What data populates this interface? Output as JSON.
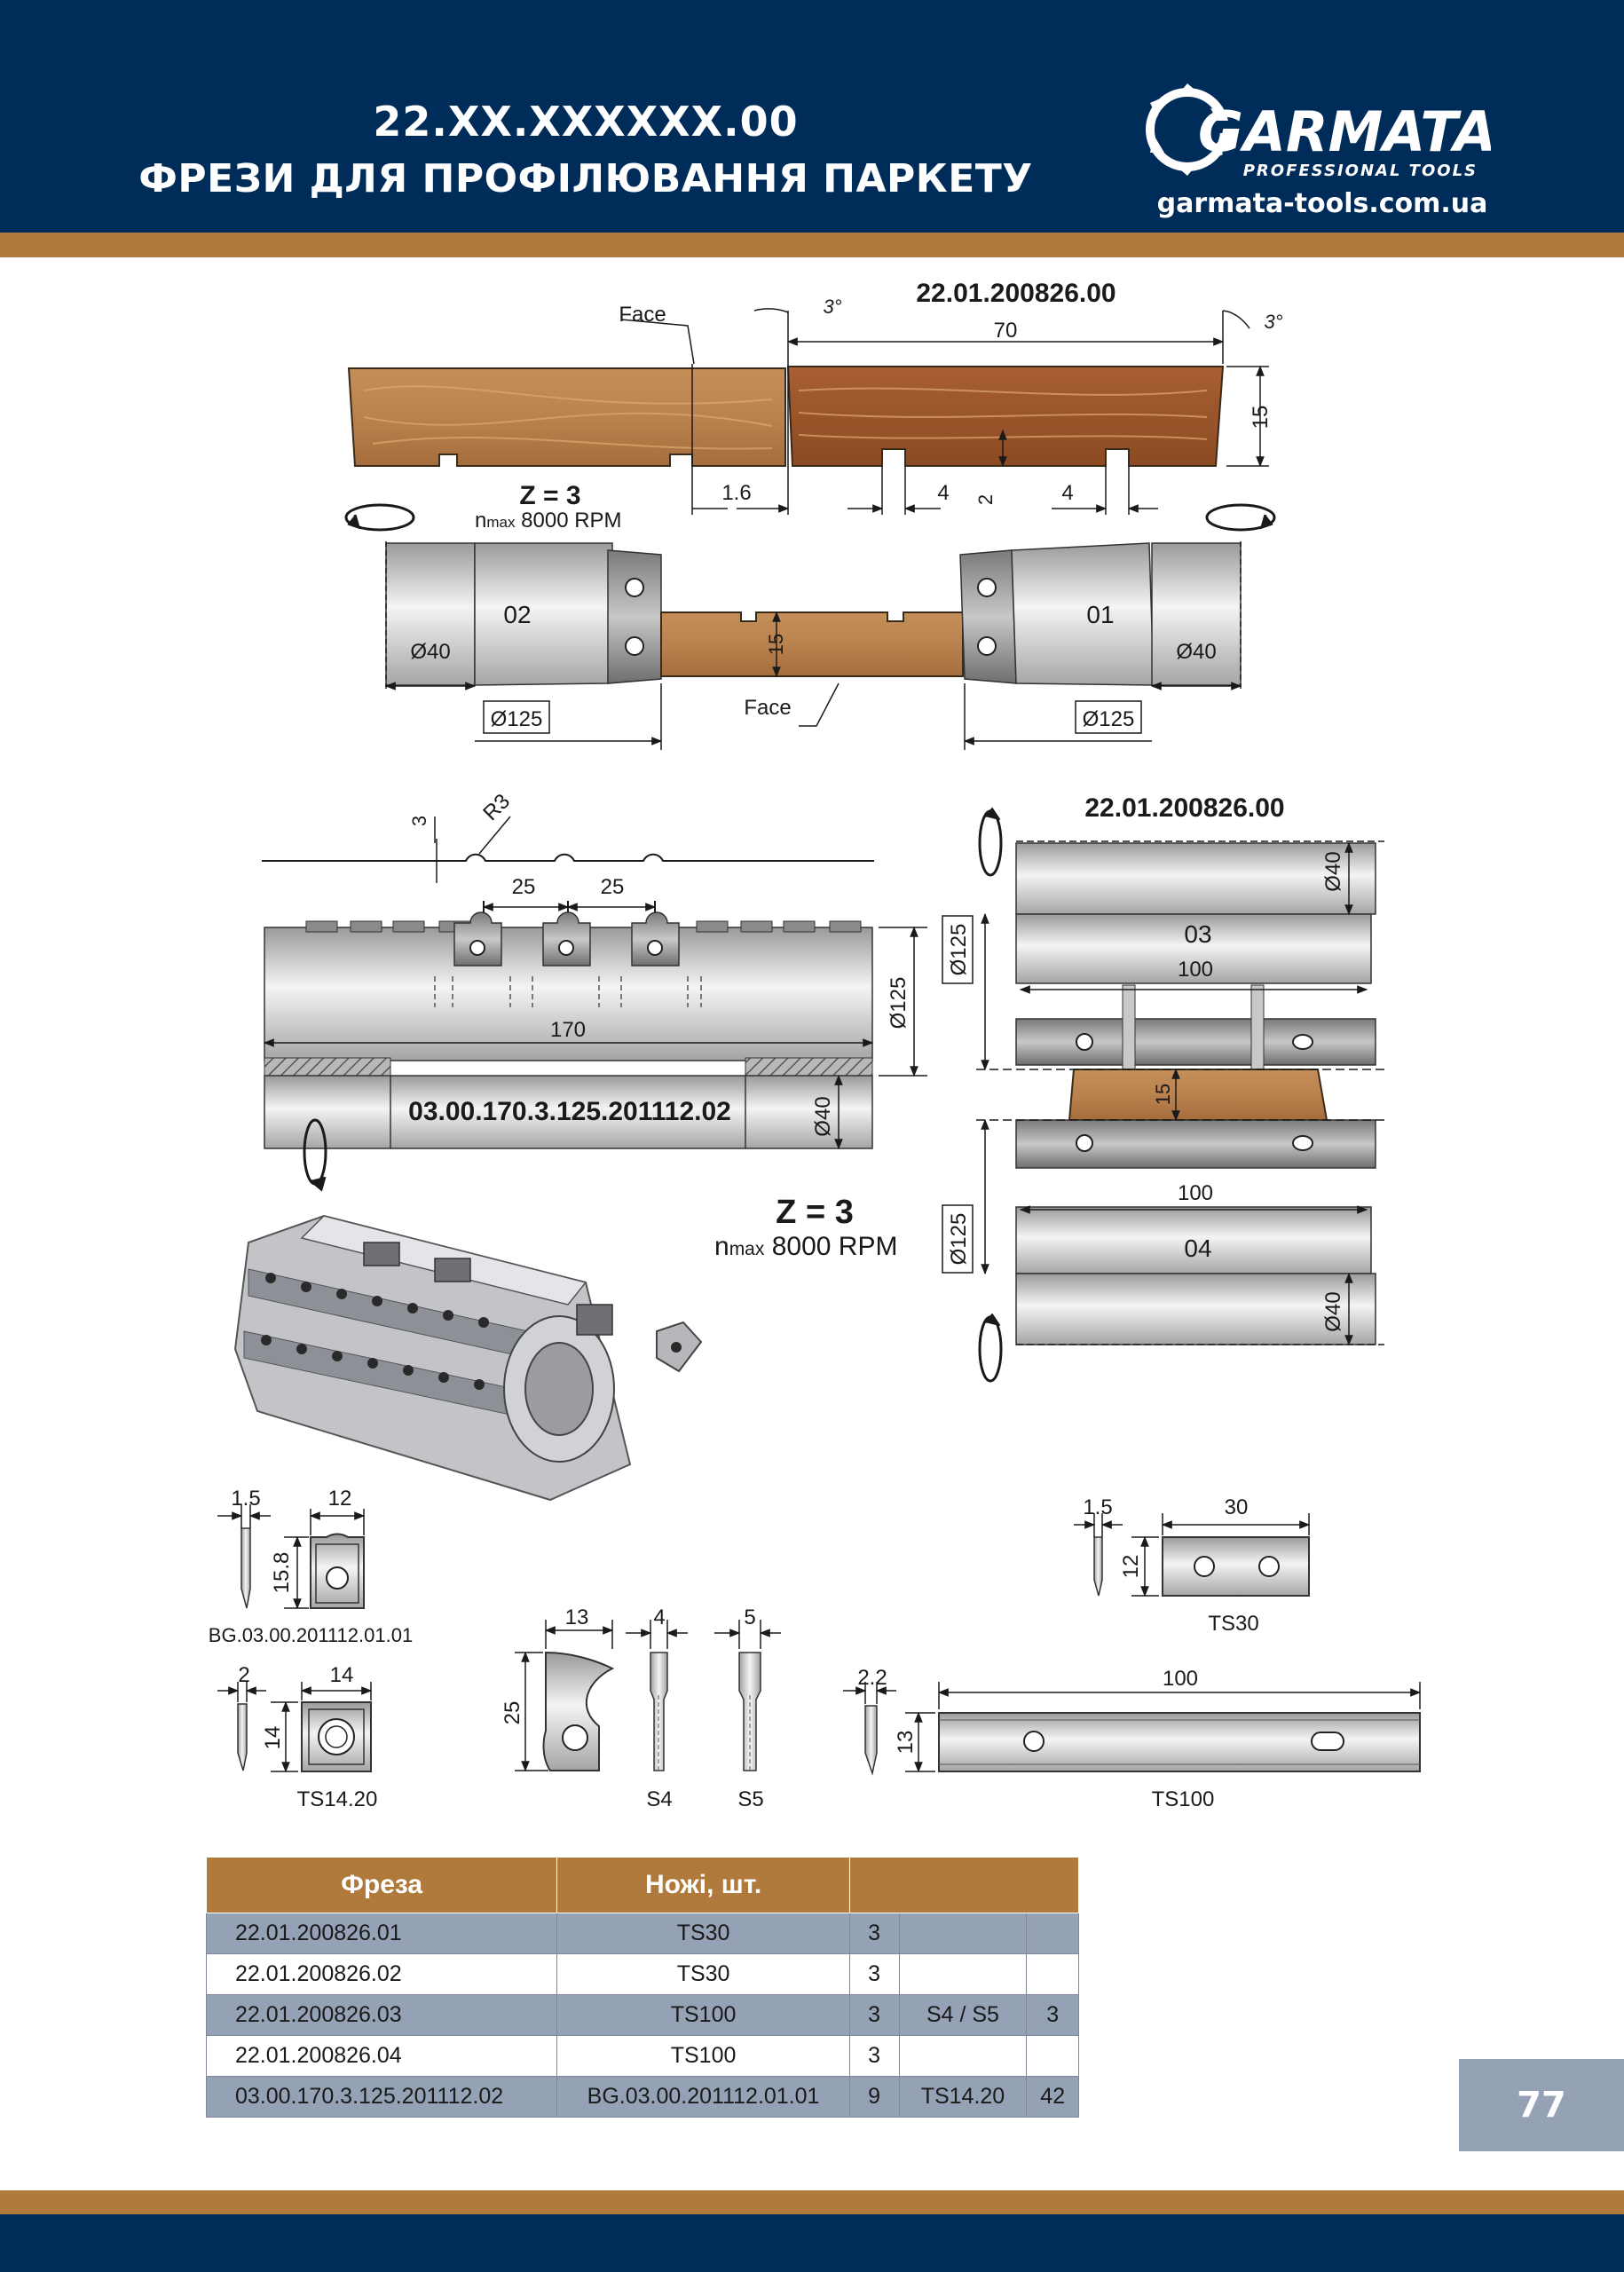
{
  "header": {
    "code": "22.XX.XXXXXX.00",
    "title": "ФРЕЗИ ДЛЯ ПРОФІЛЮВАННЯ ПАРКЕТУ",
    "brand": "GARMATA",
    "brand_sub": "PROFESSIONAL TOOLS",
    "website": "garmata-tools.com.ua"
  },
  "drawing_top": {
    "part_code": "22.01.200826.00",
    "face_label": "Face",
    "angle_left": "3°",
    "angle_right": "3°",
    "dim_width": "70",
    "dim_height": "15",
    "dim_offset": "1.6",
    "dim_groove_left": "4",
    "dim_groove_right": "4",
    "dim_groove_depth": "2",
    "z_label": "Z = 3",
    "n_prefix": "n",
    "n_sub": "max",
    "n_rpm": " 8000 RPM",
    "cutter_left": "02",
    "cutter_right": "01",
    "bore_left": "Ø40",
    "bore_right": "Ø40",
    "dia_left": "Ø125",
    "dia_right": "Ø125",
    "board_thickness": "15",
    "face_label_2": "Face"
  },
  "drawing_mid_left": {
    "dim_3": "3",
    "dim_r3": "R3",
    "pitch_1": "25",
    "pitch_2": "25",
    "length": "170",
    "diameter": "Ø125",
    "bore": "Ø40",
    "part_code": "03.00.170.3.125.201112.02"
  },
  "drawing_mid_right": {
    "part_code": "22.01.200826.00",
    "bore_top": "Ø40",
    "dia_top": "Ø125",
    "cutter_top": "03",
    "width_top": "100",
    "board_thickness": "15",
    "width_bottom": "100",
    "cutter_bottom": "04",
    "dia_bottom": "Ø125",
    "bore_bottom": "Ø40",
    "z_label": "Z = 3",
    "n_prefix": "n",
    "n_sub": "max",
    "n_rpm": " 8000 RPM"
  },
  "knives": {
    "bg_thickness": "1.5",
    "bg_width": "12",
    "bg_height": "15.8",
    "bg_code": "BG.03.00.201112.01.01",
    "ts30_thickness": "1.5",
    "ts30_length": "30",
    "ts30_height": "12",
    "ts30_code": "TS30",
    "ts1420_thickness": "2",
    "ts1420_width": "14",
    "ts1420_height": "14",
    "ts1420_code": "TS14.20",
    "s_width": "13",
    "s_height": "25",
    "s4_width": "4",
    "s5_width": "5",
    "s4_code": "S4",
    "s5_code": "S5",
    "ts100_thickness": "2.2",
    "ts100_length": "100",
    "ts100_height": "13",
    "ts100_code": "TS100"
  },
  "table": {
    "headers": [
      "Фреза",
      "Ножі, шт.",
      ""
    ],
    "rows": [
      [
        "22.01.200826.01",
        "TS30",
        "3",
        "",
        ""
      ],
      [
        "22.01.200826.02",
        "TS30",
        "3",
        "",
        ""
      ],
      [
        "22.01.200826.03",
        "TS100",
        "3",
        "S4 / S5",
        "3"
      ],
      [
        "22.01.200826.04",
        "TS100",
        "3",
        "",
        ""
      ],
      [
        "03.00.170.3.125.201112.02",
        "BG.03.00.201112.01.01",
        "9",
        "TS14.20",
        "42"
      ]
    ]
  },
  "page_number": "77",
  "colors": {
    "navy": "#002c5a",
    "bronze": "#b07a3c",
    "steel_gray": "#95a1b5",
    "wood": "#b9824e"
  }
}
